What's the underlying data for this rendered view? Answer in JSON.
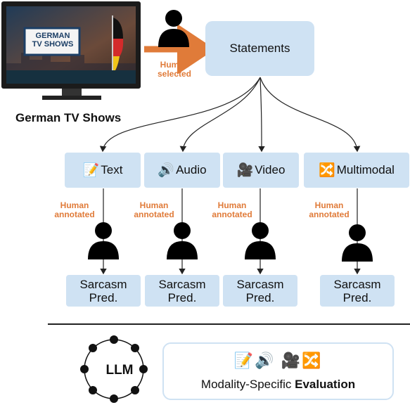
{
  "tv": {
    "screen_line1": "GERMAN",
    "screen_line2": "TV SHOWS",
    "label": "German TV Shows"
  },
  "selection": {
    "line1": "Human",
    "line2": "selected"
  },
  "statements": {
    "label": "Statements"
  },
  "modalities": [
    {
      "icon": "📝",
      "icon_name": "memo-icon",
      "label": "Text"
    },
    {
      "icon": "🔊",
      "icon_name": "speaker-icon",
      "label": "Audio"
    },
    {
      "icon": "🎥",
      "icon_name": "movie-camera-icon",
      "label": "Video"
    },
    {
      "icon": "🔀",
      "icon_name": "shuffle-icon",
      "label": "Multimodal"
    }
  ],
  "annotation": {
    "line1": "Human",
    "line2": "annotated"
  },
  "prediction": {
    "line1": "Sarcasm",
    "line2": "Pred."
  },
  "llm": {
    "label": "LLM"
  },
  "evaluation": {
    "icons": "📝🔊 🎥🔀",
    "text_prefix": "Modality-Specific ",
    "text_bold": "Evaluation"
  },
  "colors": {
    "node_fill": "#cfe2f3",
    "annotation_text": "#e07b39",
    "arrow": "#e07b39",
    "person": "#000000"
  }
}
